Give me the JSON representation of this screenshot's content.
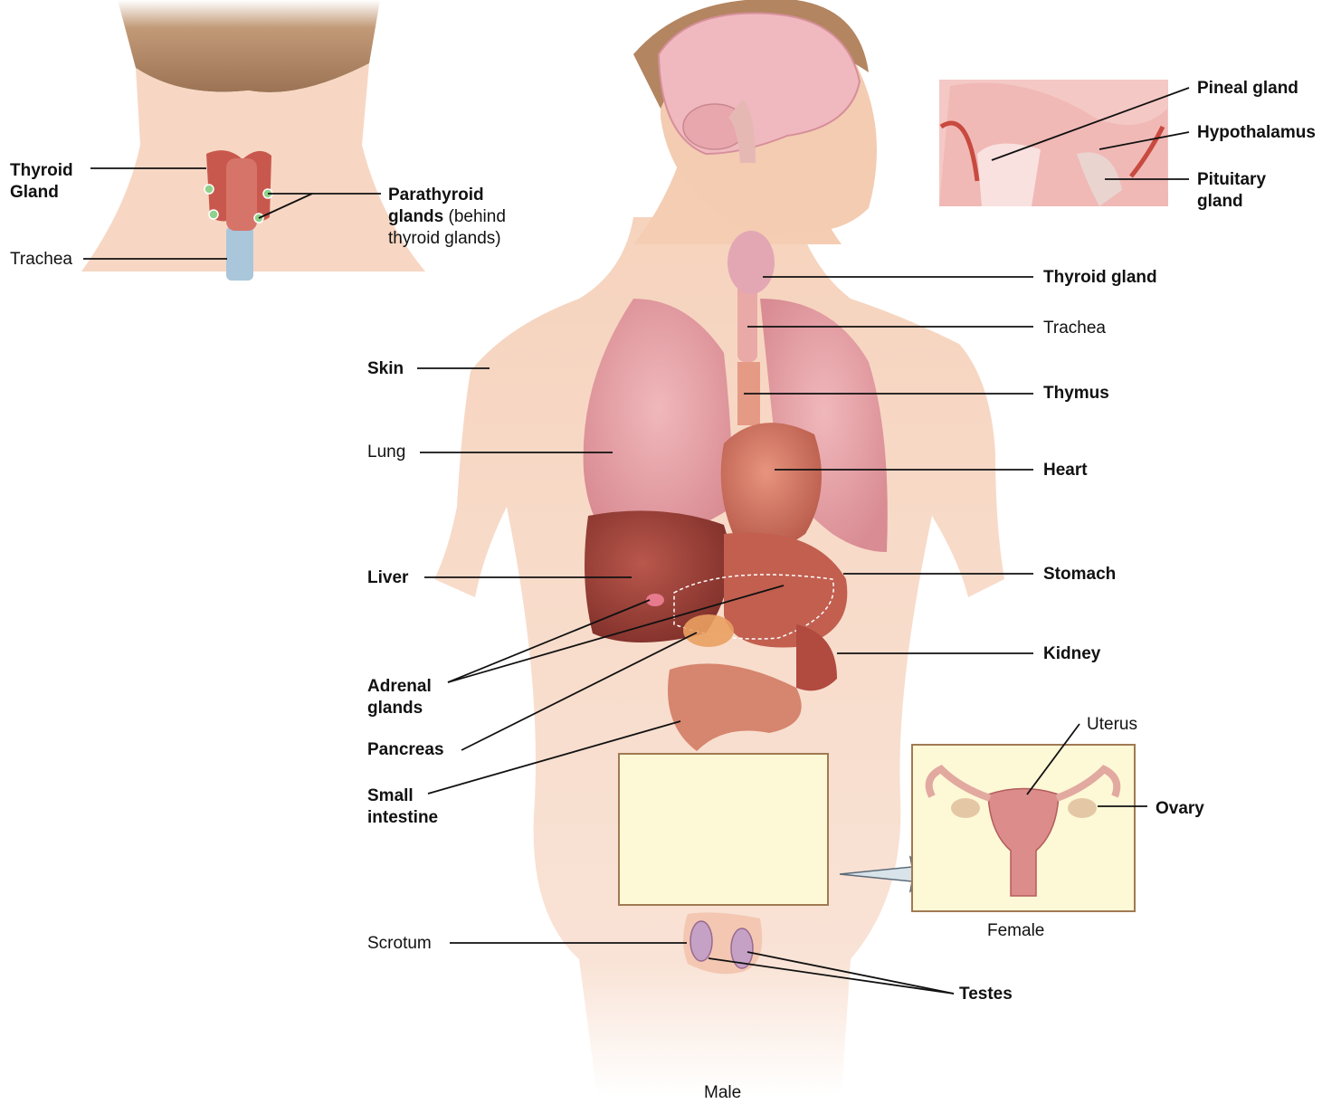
{
  "neck_inset": {
    "thyroid_label_line1": "Thyroid",
    "thyroid_label_line2": "Gland",
    "parathyroid_line1": "Parathyroid",
    "parathyroid_line2_bold": "glands",
    "parathyroid_line2_rest": "(behind",
    "parathyroid_line3": "thyroid glands)",
    "trachea_label": "Trachea"
  },
  "brain_inset": {
    "pineal_label": "Pineal gland",
    "hypothalamus_label": "Hypothalamus",
    "pituitary_line1": "Pituitary",
    "pituitary_line2": "gland"
  },
  "left_labels": {
    "skin": "Skin",
    "lung": "Lung",
    "liver": "Liver",
    "adrenal_line1": "Adrenal",
    "adrenal_line2": "glands",
    "pancreas": "Pancreas",
    "small_intestine_line1": "Small",
    "small_intestine_line2": "intestine",
    "scrotum": "Scrotum"
  },
  "right_labels": {
    "thyroid_gland": "Thyroid gland",
    "trachea": "Trachea",
    "thymus": "Thymus",
    "heart": "Heart",
    "stomach": "Stomach",
    "kidney": "Kidney",
    "testes": "Testes"
  },
  "female_inset": {
    "uterus_label": "Uterus",
    "ovary_label": "Ovary",
    "caption": "Female"
  },
  "caption_male": "Male",
  "colors": {
    "skin": "#f6d3bd",
    "organ_pink": "#e8a6aa",
    "organ_red": "#a9443c",
    "inset_fill": "#fdf8d6",
    "inset_border": "#a07a52"
  }
}
